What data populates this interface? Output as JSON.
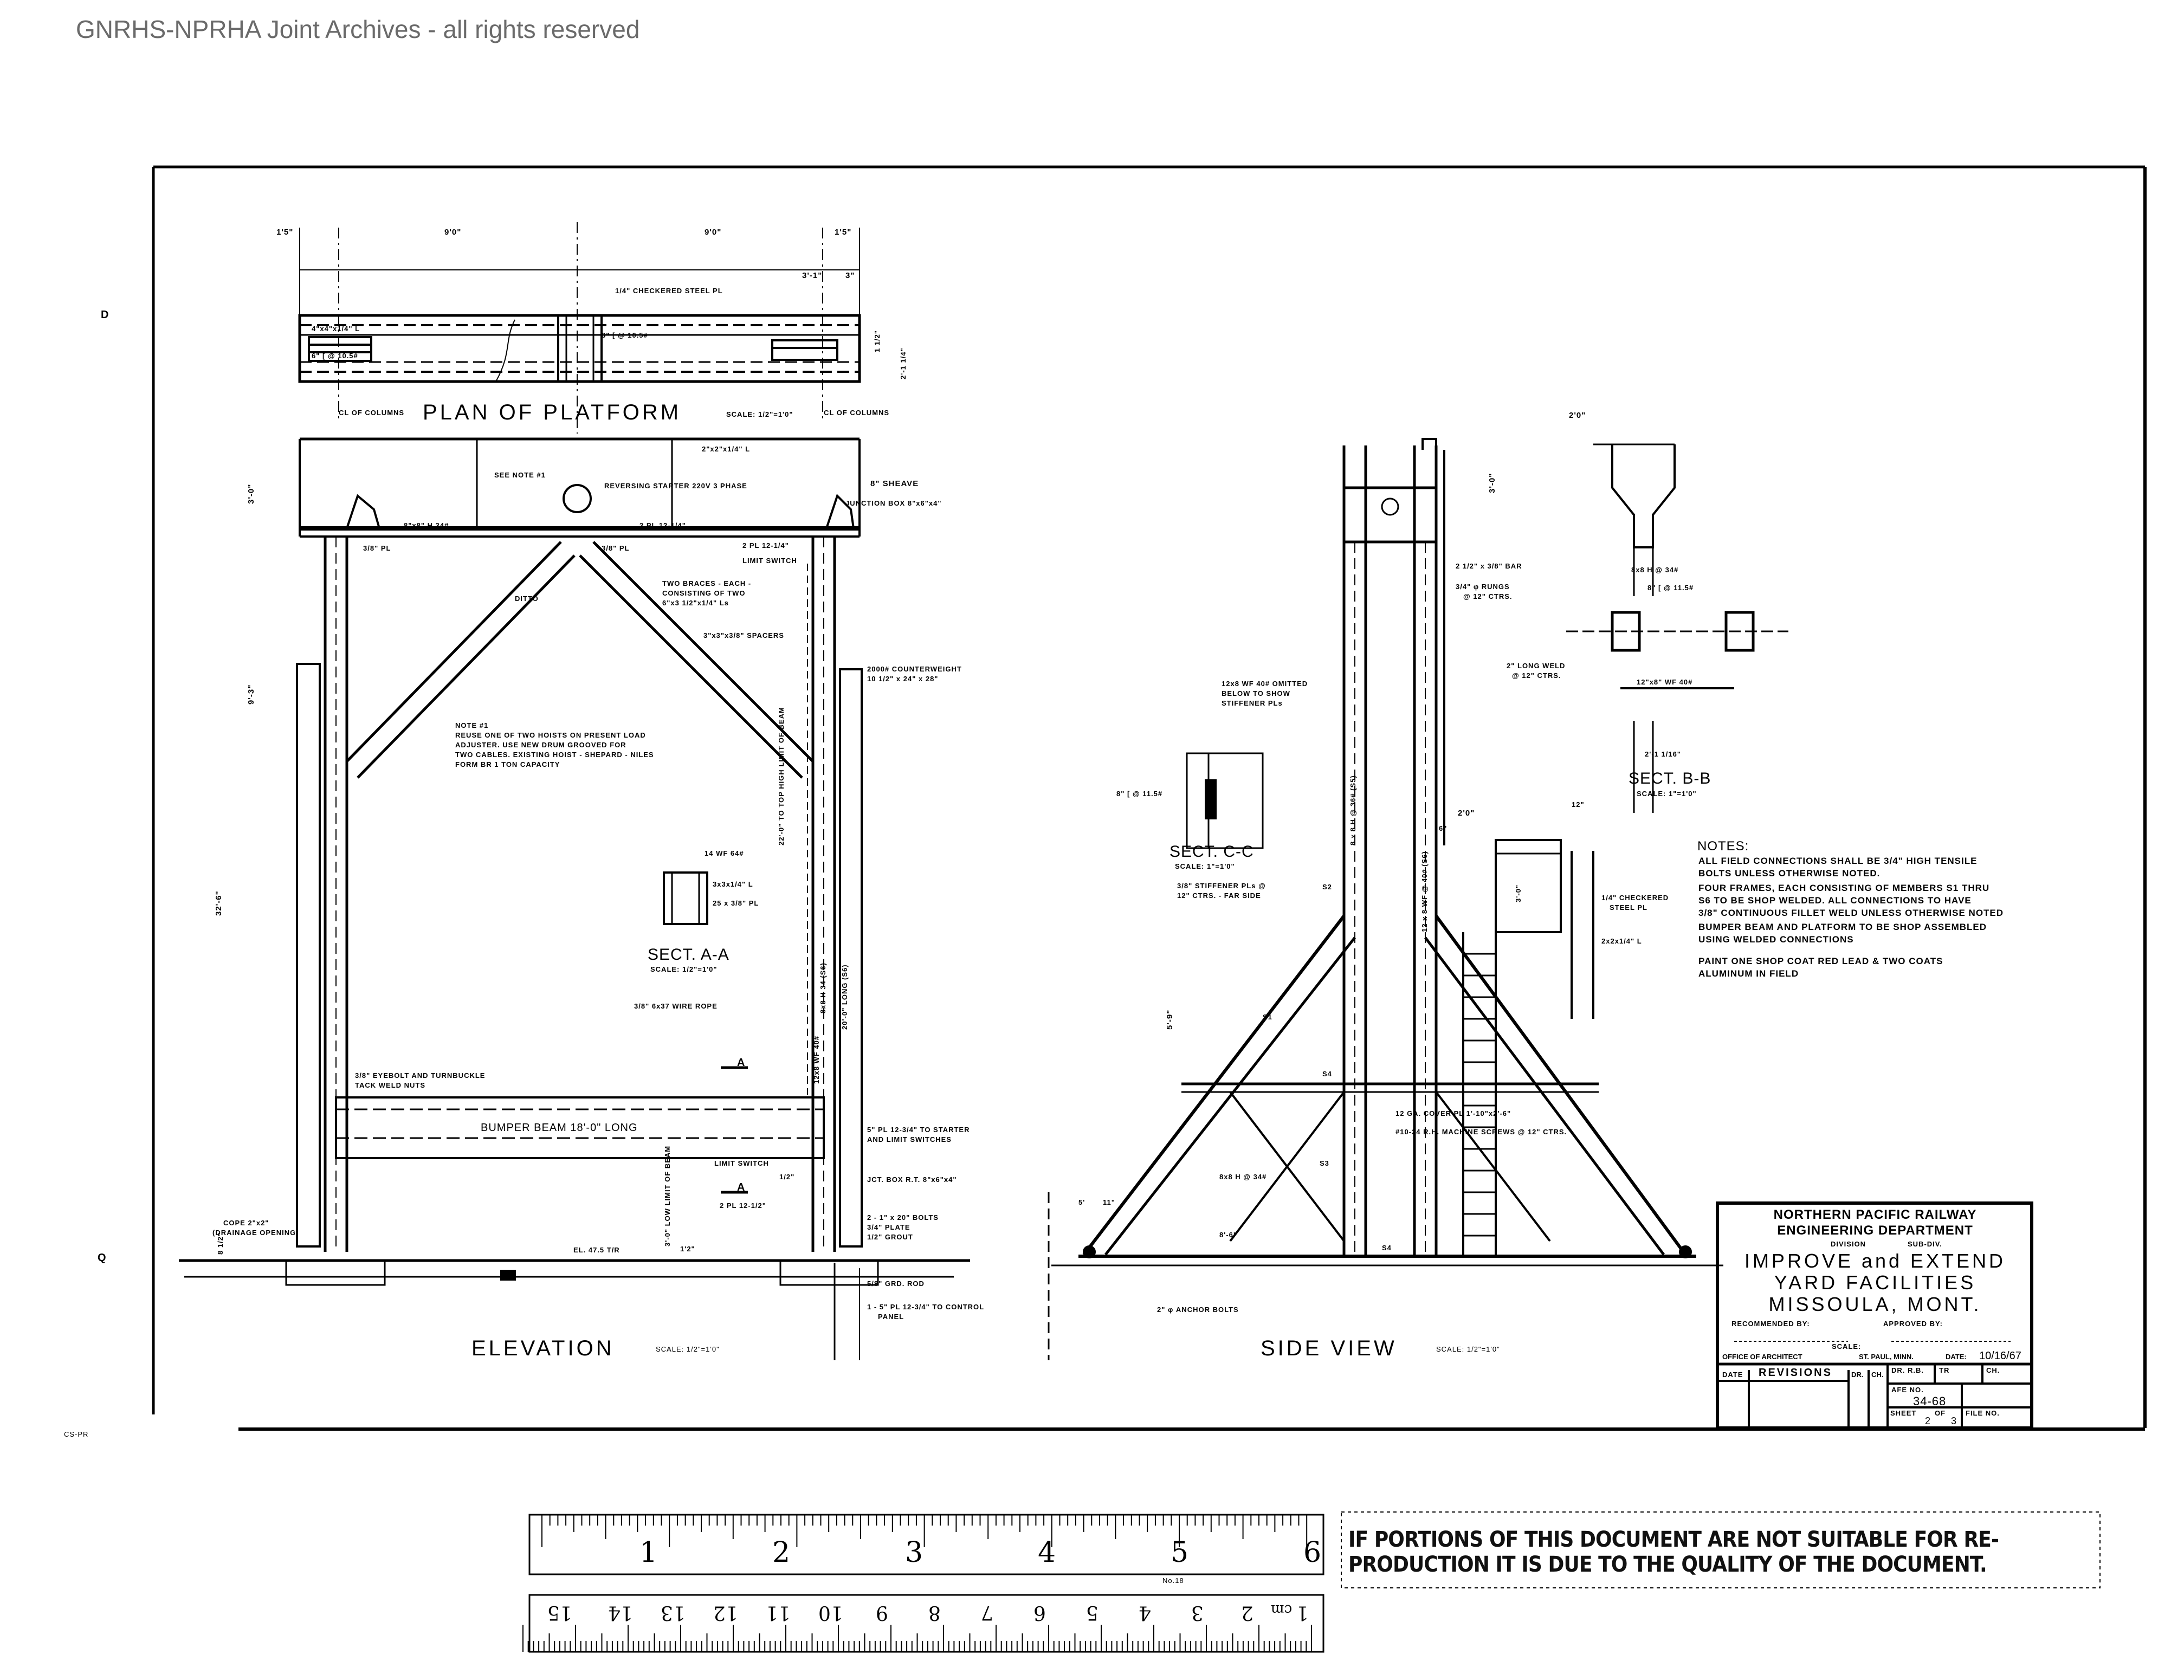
{
  "watermark": "GNRHS-NPRHA Joint Archives - all rights reserved",
  "plan": {
    "title": "PLAN OF PLATFORM",
    "scale": "SCALE: 1/2\"=1'0\"",
    "dims": [
      "1'5\"",
      "9'0\"",
      "9'0\"",
      "1'5\"",
      "3'-1\"",
      "3\"",
      "1 1/2\"",
      "2'-1 1/4\""
    ],
    "labels": [
      "1/4\" CHECKERED STEEL PL",
      "6\" [ @ 10.5#",
      "4\"x4\"x1/4\" L",
      "6\" [ @ 10.5#",
      "CL OF COLUMNS",
      "CL OF COLUMNS"
    ]
  },
  "elevation": {
    "title": "ELEVATION",
    "scale": "SCALE: 1/2\"=1'0\"",
    "dims": [
      "3'-0\"",
      "9'-3\"",
      "32'-6\"",
      "22'-0\" TO TOP HIGH LIMIT OF BEAM",
      "3'-0\" LOW LIMIT OF BEAM",
      "8 1/2\"",
      "1'2\""
    ],
    "labels": [
      "SEE NOTE #1",
      "REVERSING STARTER 220V 3 PHASE",
      "2\"x2\"x1/4\" L",
      "8\" SHEAVE",
      "JUNCTION BOX 8\"x6\"x4\"",
      "8\"x8\" H 34#",
      "2 PL 12-1/4\"",
      "3/8\" PL",
      "3/8\" PL",
      "2 PL 12-1/4\"",
      "LIMIT SWITCH",
      "DITTO",
      "TWO BRACES - EACH -",
      "CONSISTING OF TWO",
      "6\"x3 1/2\"x1/4\" Ls",
      "3\"x3\"x3/8\" SPACERS",
      "2000# COUNTERWEIGHT",
      "10 1/2\" x 24\" x 28\"",
      "14 WF 64#",
      "3x3x1/4\" L",
      "25 x 3/8\" PL",
      "3/8\" 6x37 WIRE ROPE",
      "12x8 WF 40#",
      "8x8 H 34 (S6)",
      "20'-0\" LONG (S6)",
      "3/8\" EYEBOLT AND TURNBUCKLE",
      "TACK WELD NUTS",
      "A",
      "BUMPER BEAM 18'-0\" LONG",
      "5\" PL 12-3/4\" TO STARTER",
      "AND LIMIT SWITCHES",
      "LIMIT SWITCH",
      "1/2\"",
      "A",
      "2 PL 12-1/2\"",
      "JCT. BOX R.T. 8\"x6\"x4\"",
      "COPE 2\"x2\"",
      "(DRAINAGE OPENING)",
      "EL. 47.5 T/R",
      "2 - 1\" x 20\" BOLTS",
      "3/4\" PLATE",
      "1/2\" GROUT",
      "5/8\" GRD. ROD",
      "1 - 5\" PL 12-3/4\" TO CONTROL",
      "PANEL"
    ],
    "note1": {
      "heading": "NOTE #1",
      "lines": [
        "REUSE ONE OF TWO HOISTS ON PRESENT LOAD",
        "ADJUSTER. USE NEW DRUM GROOVED FOR",
        "TWO CABLES. EXISTING HOIST - SHEPARD - NILES",
        "FORM BR 1 TON CAPACITY"
      ]
    },
    "section_aa": {
      "title": "SECT. A-A",
      "scale": "SCALE: 1/2\"=1'0\""
    }
  },
  "side_view": {
    "title": "SIDE VIEW",
    "scale": "SCALE: 1/2\"=1'0\"",
    "labels": [
      "2'0\"",
      "3'-0\"",
      "2 1/2\" x 3/8\" BAR",
      "3/4\" φ RUNGS",
      "@ 12\" CTRS.",
      "12x8 WF 40# OMITTED",
      "BELOW TO SHOW",
      "STIFFENER PLs",
      "8\" [ @ 11.5#",
      "3/8\" STIFFENER PLs @",
      "12\" CTRS. - FAR SIDE",
      "8 x 8 H @ 36# (S5)",
      "12 x 8 WF @ 40# (S6)",
      "6\"",
      "2'0\"",
      "3'-0\"",
      "1/4\" CHECKERED",
      "STEEL PL",
      "2x2x1/4\" L",
      "5'-9\"",
      "S2",
      "S1",
      "S3",
      "S4",
      "8x8 H @ 34#",
      "12 GA. COVER PL 1'-10\"x2'-6\"",
      "#10-24 R.H. MACHINE SCREWS @ 12\" CTRS.",
      "5'",
      "11\"",
      "8'-6\"",
      "S4",
      "2\" φ ANCHOR BOLTS"
    ],
    "section_cc": {
      "title": "SECT. C-C",
      "scale": "SCALE: 1\"=1'0\""
    },
    "section_bb": {
      "title": "SECT. B-B",
      "scale": "SCALE: 1\"=1'0\"",
      "labels": [
        "2'0\"",
        "3'-0\"",
        "8x8 H @ 34#",
        "8\" [ @ 11.5#",
        "2\" LONG WELD",
        "@ 12\" CTRS.",
        "12\"x8\" WF 40#",
        "2'-1 1/16\"",
        "12\""
      ]
    }
  },
  "notes": {
    "heading": "NOTES:",
    "lines": [
      "ALL FIELD CONNECTIONS SHALL BE 3/4\" HIGH TENSILE",
      "BOLTS UNLESS OTHERWISE NOTED.",
      "FOUR FRAMES, EACH CONSISTING OF MEMBERS S1 THRU",
      "S6 TO BE SHOP WELDED. ALL CONNECTIONS TO HAVE",
      "3/8\" CONTINUOUS FILLET WELD UNLESS OTHERWISE NOTED",
      "BUMPER BEAM AND PLATFORM TO BE SHOP ASSEMBLED",
      "USING WELDED CONNECTIONS",
      "PAINT ONE SHOP COAT RED LEAD & TWO COATS",
      "ALUMINUM IN FIELD"
    ]
  },
  "title_block": {
    "company": "NORTHERN PACIFIC RAILWAY",
    "department": "ENGINEERING DEPARTMENT",
    "division_label": "DIVISION",
    "subdiv_label": "SUB-DIV.",
    "title_lines": [
      "IMPROVE and EXTEND",
      "YARD FACILITIES",
      "MISSOULA, MONT."
    ],
    "recommended_by": "RECOMMENDED BY:",
    "approved_by": "APPROVED BY:",
    "scale_label": "SCALE:",
    "office": "OFFICE OF ARCHITECT",
    "city": "ST. PAUL, MINN.",
    "date_label": "DATE:",
    "date": "10/16/67",
    "revisions": {
      "date": "DATE",
      "title": "REVISIONS",
      "dr": "DR.",
      "ch": "CH."
    },
    "dr": "DR. R.B.",
    "tr": "TR",
    "ch": "CH.",
    "afe_label": "AFE NO.",
    "afe": "34-68",
    "sheet_label": "SHEET",
    "of_label": "OF",
    "sheet": "2",
    "sheet_total": "3",
    "file_label": "FILE NO."
  },
  "ruler": {
    "inches": [
      "1",
      "2",
      "3",
      "4",
      "5",
      "6"
    ],
    "cm": [
      "1",
      "2",
      "3",
      "4",
      "5",
      "6",
      "7",
      "8",
      "9",
      "10",
      "11",
      "12",
      "13",
      "14",
      "15"
    ],
    "cm_unit": "cm",
    "model": "No.18"
  },
  "banner": {
    "lines": [
      "IF PORTIONS OF THIS DOCUMENT ARE NOT SUITABLE FOR RE-",
      "PRODUCTION IT IS DUE TO THE QUALITY OF THE DOCUMENT."
    ]
  },
  "margin_marks": [
    "D",
    "Q",
    "CS-PR"
  ]
}
